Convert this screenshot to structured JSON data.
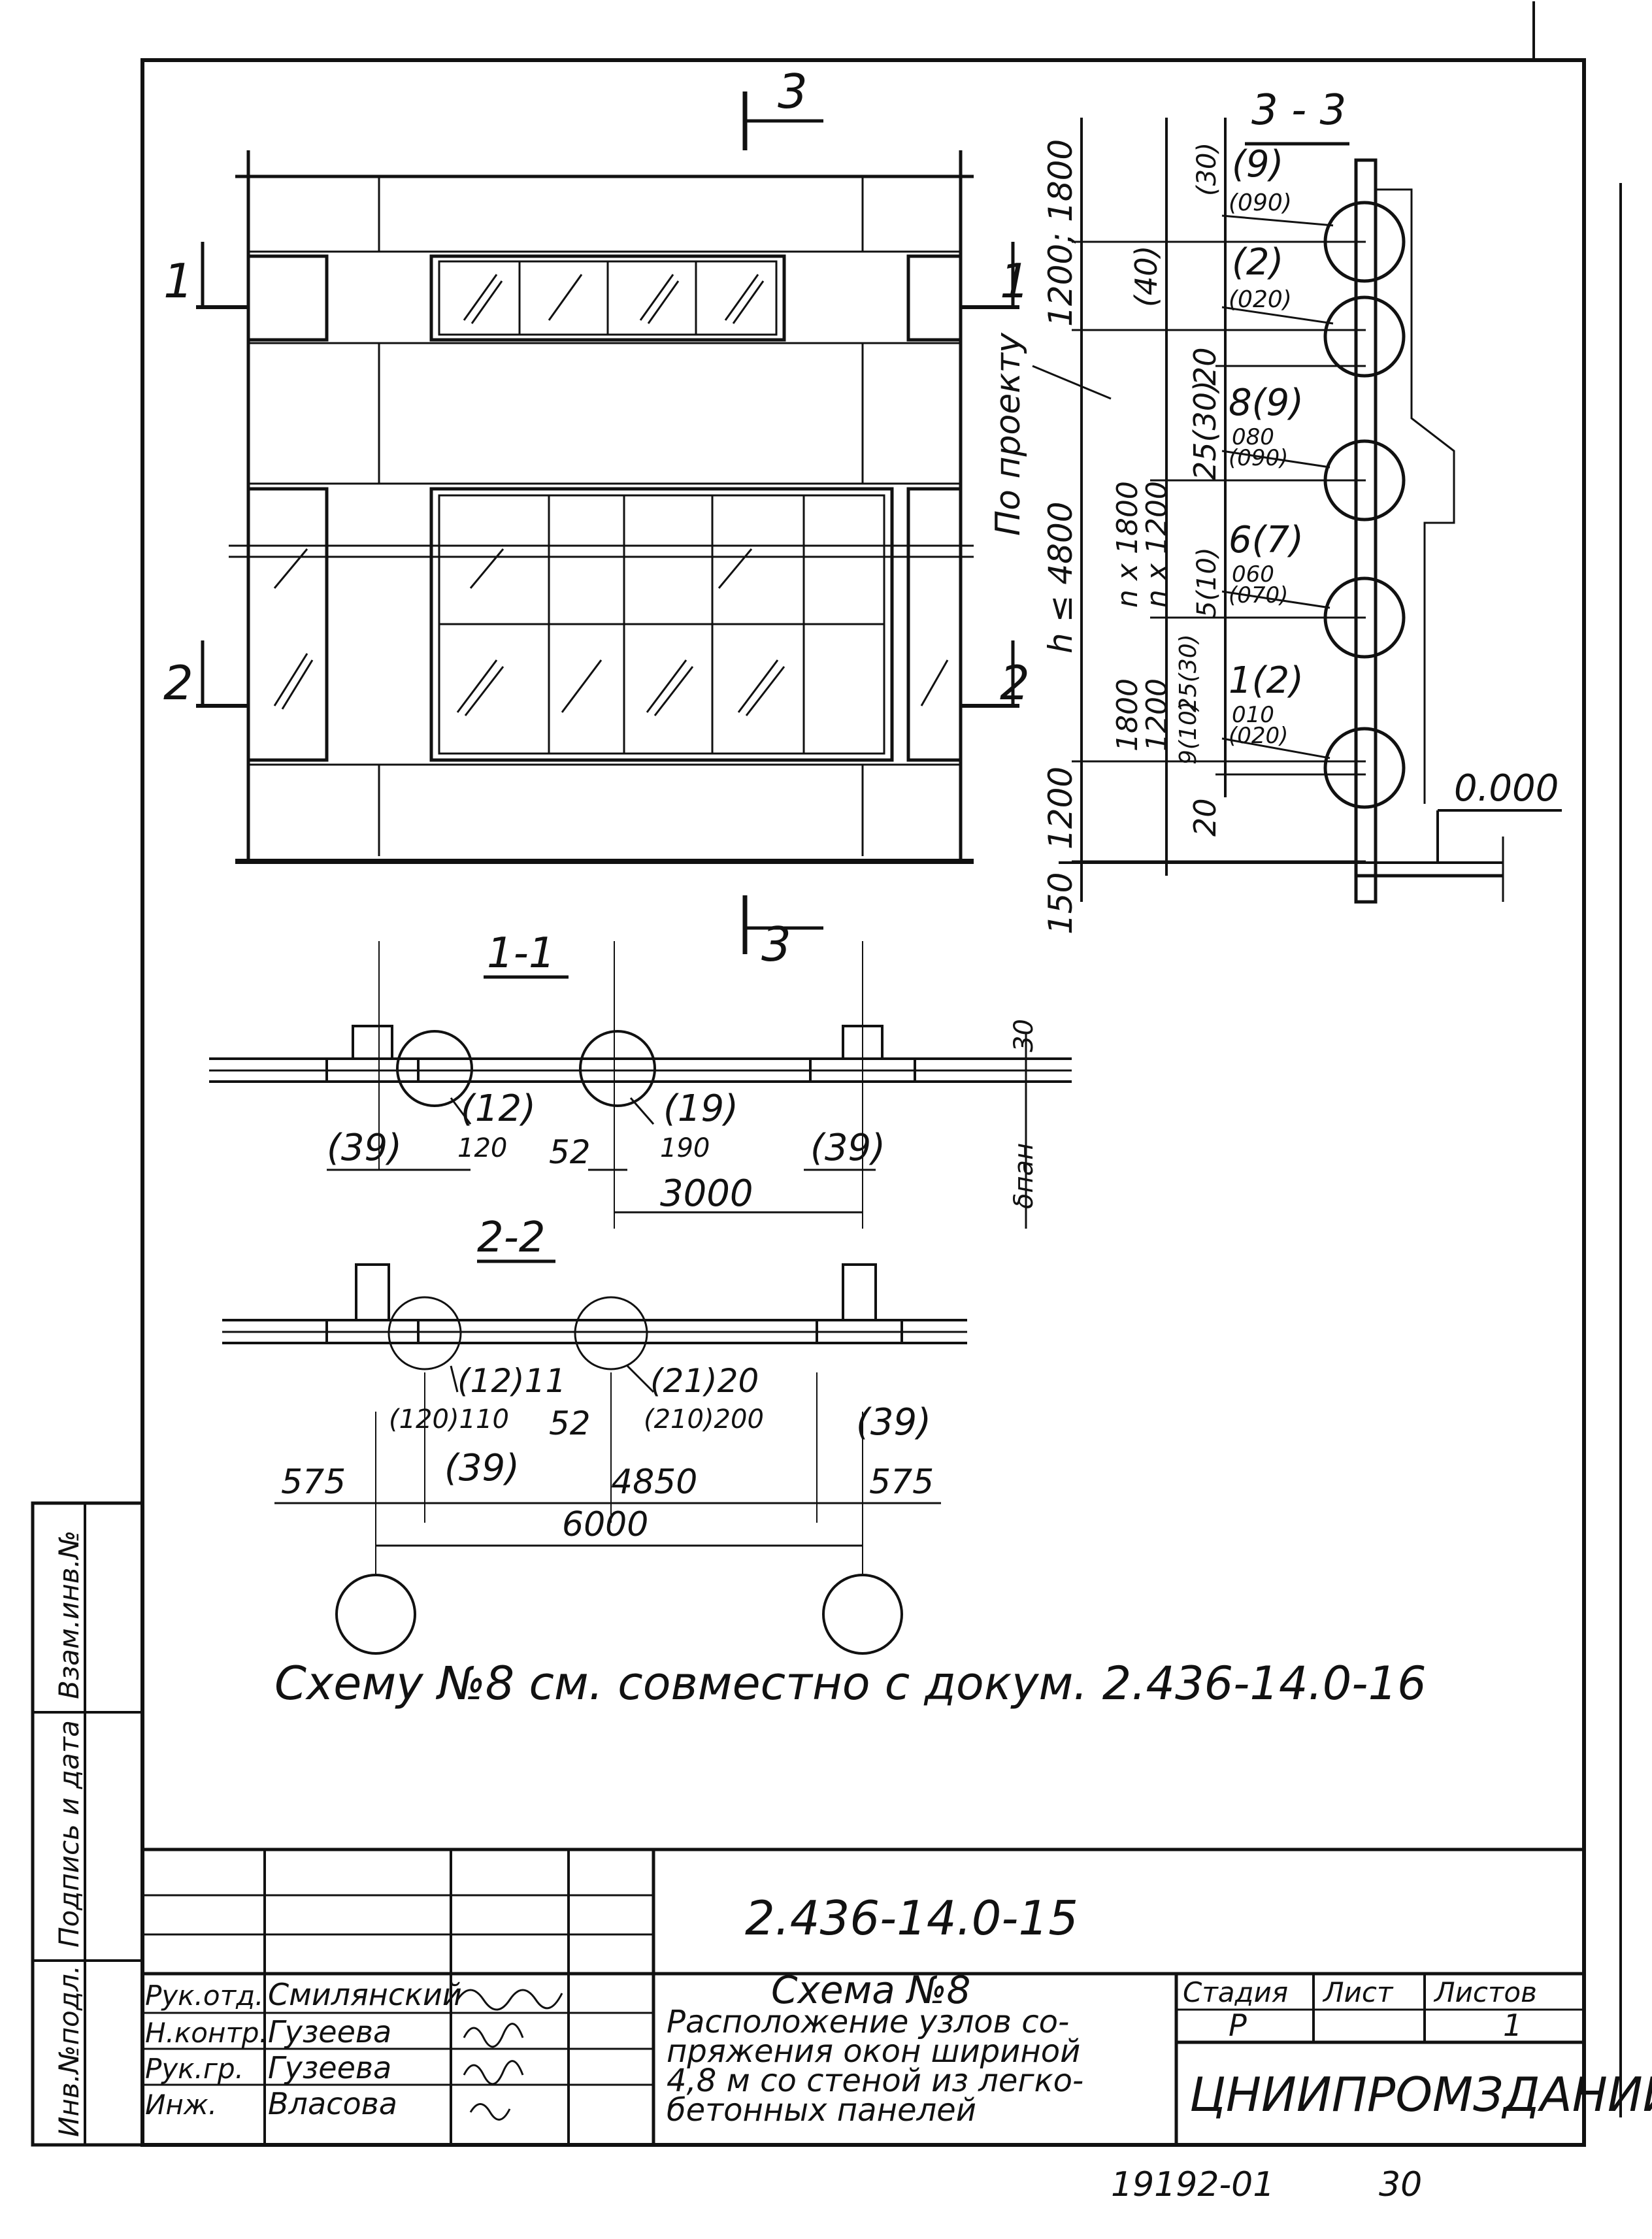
{
  "sections": {
    "s33": "3 - 3",
    "s11": "1-1",
    "s22": "2-2",
    "cut1": "1",
    "cut2": "2",
    "cut3": "3"
  },
  "elevation": {
    "cut_labels_left": [
      "1",
      "2"
    ],
    "cut_labels_right": [
      "1",
      "2"
    ],
    "cut_top": "3",
    "cut_bottom": "3",
    "note_vertical": "По проекту"
  },
  "section33": {
    "dims_left": [
      "1200; 1800",
      "h ≤ 4800",
      "1200",
      "150"
    ],
    "dims_mid": [
      "(40)",
      "20",
      "25(30)",
      "nx 1800\nnx 1200",
      "1800\n1200",
      "20"
    ],
    "dims_mid2": [
      "(30)",
      "5(10)",
      "25(30)",
      "9(10)"
    ],
    "node_labels": [
      {
        "top": "(9)",
        "bot": "(090)"
      },
      {
        "top": "(2)",
        "bot": "(020)"
      },
      {
        "top": "8(9)",
        "bot": "080\n(090)"
      },
      {
        "top": "6(7)",
        "bot": "060\n(070)"
      },
      {
        "top": "1(2)",
        "bot": "010\n(020)"
      }
    ],
    "level": "0.000"
  },
  "section11": {
    "dims": [
      "(39)",
      "(12)",
      "120",
      "52",
      "(19)",
      "190",
      "(39)",
      "3000",
      "30",
      "δпан"
    ]
  },
  "section22": {
    "dims": [
      "(12)11",
      "(120)110",
      "52",
      "(21)20",
      "(210)200",
      "(39)",
      "(39)",
      "575",
      "4850",
      "575",
      "6000"
    ]
  },
  "note": "Схему №8 см. совместно с докум. 2.436-14.0-16",
  "title_block": {
    "doc_code": "2.436-14.0-15",
    "title_line1": "Схема №8",
    "title_lines": [
      "Расположение узлов со-",
      "пряжения окон шириной",
      "4,8 м со стеной из легко-",
      "бетонных панелей"
    ],
    "roles": [
      "Рук.отд.",
      "Н.контр.",
      "Рук.гр.",
      "Инж."
    ],
    "names": [
      "Смилянский",
      "Гузеева",
      "Гузеева",
      "Власова"
    ],
    "hdr_stage": "Стадия",
    "hdr_sheet": "Лист",
    "hdr_sheets": "Листов",
    "stage": "Р",
    "sheet": "",
    "sheets": "1",
    "org": "ЦНИИПРОМЗДАНИЙ"
  },
  "side_stamp": [
    "Инв.№подл.",
    "Подпись и дата",
    "Взам.инв.№"
  ],
  "footer": {
    "archive": "19192-01",
    "page": "30"
  },
  "colors": {
    "ink": "#111111",
    "paper": "#ffffff"
  }
}
